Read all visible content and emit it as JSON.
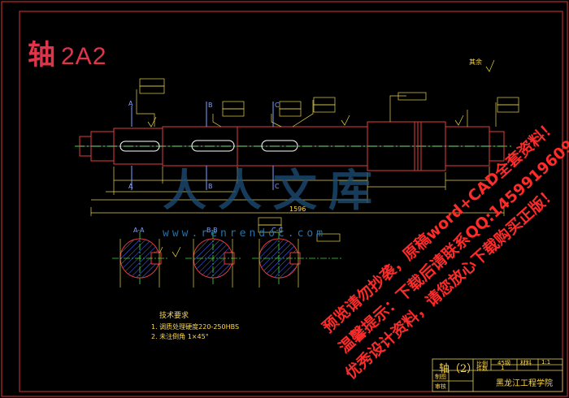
{
  "stamp": {
    "char": "轴",
    "code": "2A2"
  },
  "roughness_note": "其余",
  "overall_length": "1596",
  "section_labels": [
    "A-A",
    "B-B",
    "C-C"
  ],
  "view_marks": [
    "A",
    "B",
    "C"
  ],
  "tech_req": {
    "title": "技术要求",
    "items": [
      "1. 调质处理硬度220-250HBS",
      "2. 未注倒角 1×45°"
    ]
  },
  "watermark": {
    "brand": "人人文库",
    "site": "www.renrendoc.com",
    "line1": "预览请勿抄袭，原稿word+CAD全套资料！",
    "line2": "温馨提示：下载后请联系QQ:1459919609",
    "line3": "优秀设计资料，请您放心下载购买正版！"
  },
  "title_block": {
    "part_name": "轴（2）",
    "ratio_label": "比例",
    "ratio": "1:1",
    "qty_label": "件数",
    "qty": "1",
    "material_label": "材料",
    "material": "45钢",
    "drawn_label": "制图",
    "check_label": "审核",
    "school": "黑龙江工程学院"
  },
  "colors": {
    "frame": "#e0344a",
    "part": "#e03c3c",
    "dim": "#e6d24a",
    "center": "#3cdc3c",
    "hatch": "#4a6cff"
  }
}
